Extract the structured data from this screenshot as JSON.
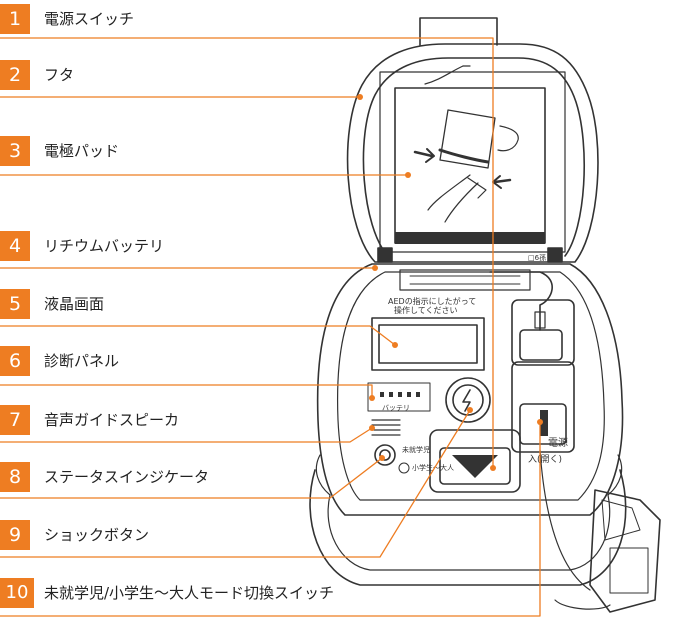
{
  "accent_color": "#ee7d22",
  "labels": [
    {
      "num": "1",
      "text": "電源スイッチ"
    },
    {
      "num": "2",
      "text": "フタ"
    },
    {
      "num": "3",
      "text": "電極パッド"
    },
    {
      "num": "4",
      "text": "リチウムバッテリ"
    },
    {
      "num": "5",
      "text": "液晶画面"
    },
    {
      "num": "6",
      "text": "診断パネル"
    },
    {
      "num": "7",
      "text": "音声ガイドスピーカ"
    },
    {
      "num": "8",
      "text": "ステータスインジケータ"
    },
    {
      "num": "9",
      "text": "ショックボタン"
    },
    {
      "num": "10",
      "text": "未就学児/小学生〜大人モード切換スイッチ"
    }
  ],
  "device_text": {
    "instruction_line1": "AEDの指示にしたがって",
    "instruction_line2": "操作してください",
    "battery_label": "バッテリ",
    "power_label": "電源",
    "open_label": "入(開く)",
    "preschool_label": "未就学児",
    "adult_label": "小学生〜大人",
    "lid_mark": "□6孫"
  }
}
